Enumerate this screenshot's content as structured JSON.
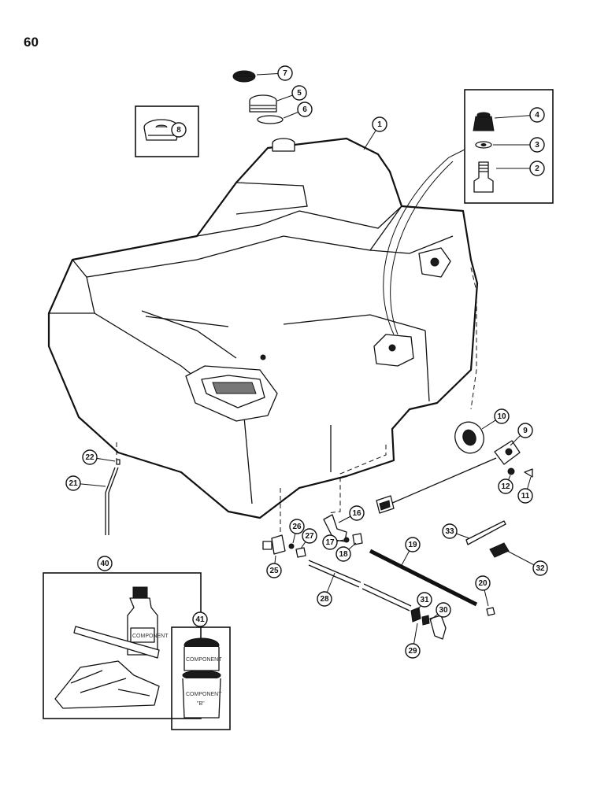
{
  "page": {
    "number": "60"
  },
  "callouts": [
    {
      "id": "1",
      "label": "1"
    },
    {
      "id": "2",
      "label": "2"
    },
    {
      "id": "3",
      "label": "3"
    },
    {
      "id": "4",
      "label": "4"
    },
    {
      "id": "5",
      "label": "5"
    },
    {
      "id": "6",
      "label": "6"
    },
    {
      "id": "7",
      "label": "7"
    },
    {
      "id": "8",
      "label": "8"
    },
    {
      "id": "9",
      "label": "9"
    },
    {
      "id": "10",
      "label": "10"
    },
    {
      "id": "11",
      "label": "11"
    },
    {
      "id": "12",
      "label": "12"
    },
    {
      "id": "16",
      "label": "16"
    },
    {
      "id": "17",
      "label": "17"
    },
    {
      "id": "18",
      "label": "18"
    },
    {
      "id": "19",
      "label": "19"
    },
    {
      "id": "20",
      "label": "20"
    },
    {
      "id": "21",
      "label": "21"
    },
    {
      "id": "22",
      "label": "22"
    },
    {
      "id": "25",
      "label": "25"
    },
    {
      "id": "26",
      "label": "26"
    },
    {
      "id": "27",
      "label": "27"
    },
    {
      "id": "28",
      "label": "28"
    },
    {
      "id": "29",
      "label": "29"
    },
    {
      "id": "30",
      "label": "30"
    },
    {
      "id": "31",
      "label": "31"
    },
    {
      "id": "32",
      "label": "32"
    },
    {
      "id": "33",
      "label": "33"
    },
    {
      "id": "40",
      "label": "40"
    },
    {
      "id": "41",
      "label": "41"
    }
  ],
  "kit_labels": {
    "bottle_label": "COMPONENT",
    "can_label_top": "COMPONENT",
    "can_label_bottom": "COMPONENT",
    "can_label_letter": "\"B\""
  }
}
